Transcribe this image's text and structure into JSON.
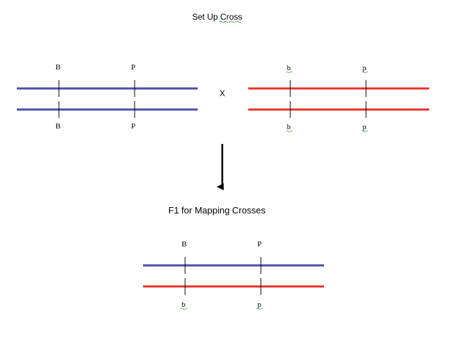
{
  "colors": {
    "dominant_chromosome": "#4a4fa8",
    "recessive_chromosome": "#e8302a",
    "arrow": "#000000"
  },
  "setup": {
    "title_prefix": "Set Up ",
    "title_word": "Cross",
    "cross_symbol": "X",
    "dominant_parent": {
      "top_alleles": [
        "B",
        "P"
      ],
      "bottom_alleles": [
        "B",
        "P"
      ]
    },
    "recessive_parent": {
      "top_alleles": [
        "b",
        "p"
      ],
      "bottom_alleles": [
        "b",
        "p"
      ]
    }
  },
  "f1": {
    "title": "F1 for Mapping Crosses",
    "top_alleles": [
      "B",
      "P"
    ],
    "bottom_alleles": [
      "b",
      "p"
    ]
  }
}
